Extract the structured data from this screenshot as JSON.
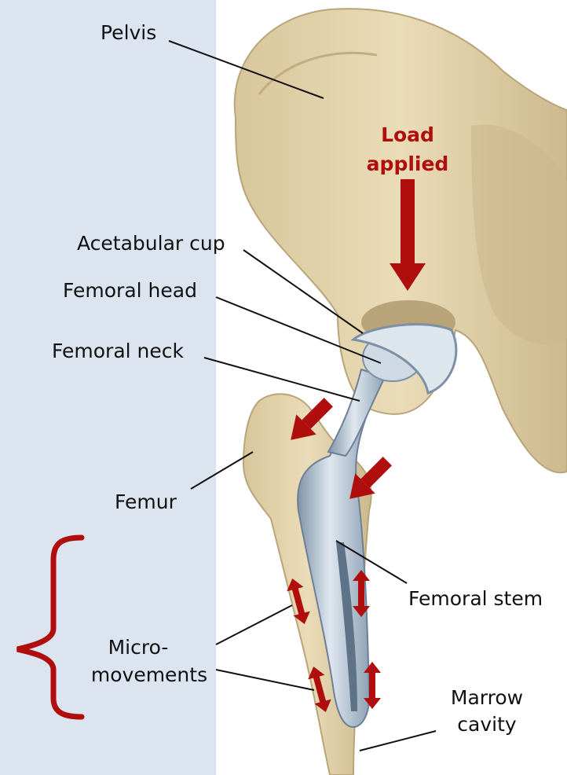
{
  "labels": {
    "pelvis": "Pelvis",
    "load_line1": "Load",
    "load_line2": "applied",
    "acetabular_cup": "Acetabular cup",
    "femoral_head": "Femoral head",
    "femoral_neck": "Femoral neck",
    "femur": "Femur",
    "femoral_stem": "Femoral stem",
    "micro_line1": "Micro-",
    "micro_line2": "movements",
    "marrow_line1": "Marrow",
    "marrow_line2": "cavity"
  },
  "colors": {
    "background": "#dbe4ef",
    "image_panel": "#ffffff",
    "bone": "#e4d5ae",
    "bone_shadow": "#c9b58a",
    "implant": "#a9b8c8",
    "arrow_red": "#b00d0d"
  }
}
